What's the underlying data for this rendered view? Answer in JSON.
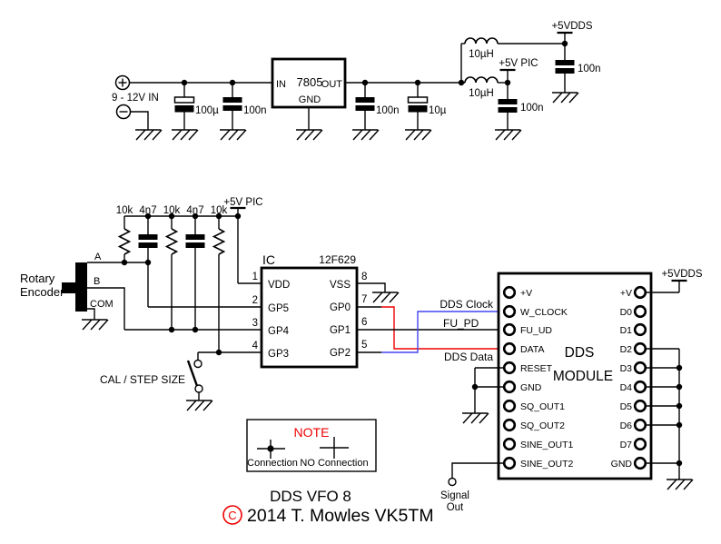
{
  "colors": {
    "wire": "#000000",
    "data_wire": "#ee0000",
    "clock_wire": "#4444ee",
    "accent_red": "#ee0000",
    "background": "#ffffff"
  },
  "power": {
    "input_label": "9 - 12V IN",
    "regulator": {
      "name": "7805",
      "pin_in": "IN",
      "pin_out": "OUT",
      "pin_gnd": "GND"
    },
    "c_in_bulk": "100µ",
    "c_in_hf": "100n",
    "c_out_hf": "100n",
    "c_out_bulk": "10µ",
    "l_dds": "10µH",
    "l_pic": "10µH",
    "c_dds": "100n",
    "c_pic": "100n"
  },
  "rails": {
    "vdds": "+5VDDS",
    "vpic": "+5V PIC"
  },
  "pullups": {
    "labels": [
      "10k",
      "4n7",
      "10k",
      "4n7",
      "10k"
    ]
  },
  "encoder": {
    "title1": "Rotary",
    "title2": "Encoder",
    "a": "A",
    "b": "B",
    "com": "COM"
  },
  "ic": {
    "designator": "IC",
    "part": "12F629",
    "left_pins": [
      {
        "num": "1",
        "name": "VDD"
      },
      {
        "num": "2",
        "name": "GP5"
      },
      {
        "num": "3",
        "name": "GP4"
      },
      {
        "num": "4",
        "name": "GP3"
      }
    ],
    "right_pins": [
      {
        "num": "8",
        "name": "VSS"
      },
      {
        "num": "7",
        "name": "GP0"
      },
      {
        "num": "6",
        "name": "GP1"
      },
      {
        "num": "5",
        "name": "GP2"
      }
    ]
  },
  "cal_switch": {
    "label": "CAL / STEP SIZE"
  },
  "signals": {
    "clock": "DDS Clock",
    "fu": "FU_PD",
    "data": "DDS Data"
  },
  "dds": {
    "name1": "DDS",
    "name2": "MODULE",
    "left_pins": [
      "+V",
      "W_CLOCK",
      "FU_UD",
      "DATA",
      "RESET",
      "GND",
      "SQ_OUT1",
      "SQ_OUT2",
      "SINE_OUT1",
      "SINE_OUT2"
    ],
    "right_pins": [
      "+V",
      "D0",
      "D1",
      "D2",
      "D3",
      "D4",
      "D5",
      "D6",
      "D7",
      "GND"
    ]
  },
  "output": {
    "line1": "Signal",
    "line2": "Out"
  },
  "note": {
    "title": "NOTE",
    "conn": "Connection",
    "noconn": "NO Connection"
  },
  "titleblock": {
    "line1": "DDS VFO 8",
    "csym": "C",
    "line2": "2014 T. Mowles VK5TM"
  }
}
